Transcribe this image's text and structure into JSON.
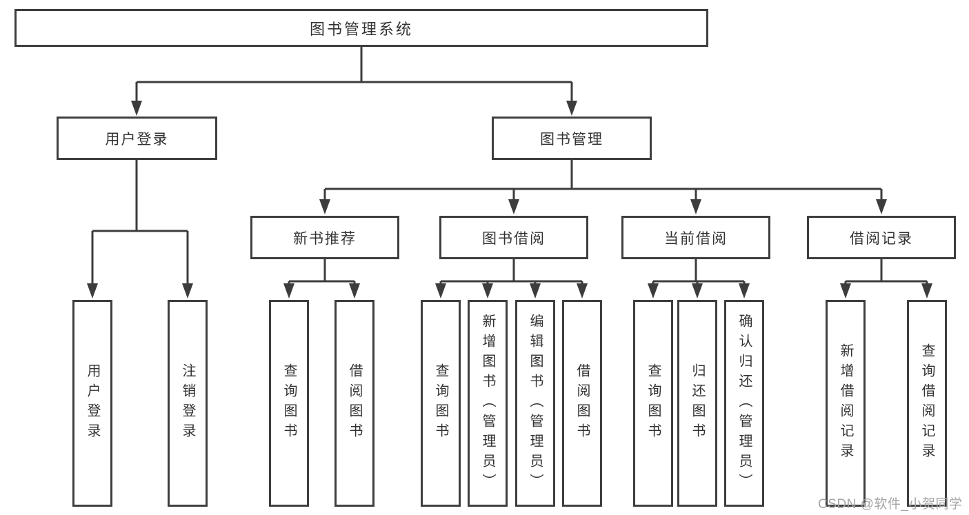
{
  "root": {
    "label": "图书管理系统"
  },
  "level2": {
    "user_login": "用户登录",
    "book_management": "图书管理"
  },
  "level3": {
    "new_books": "新书推荐",
    "book_borrowing": "图书借阅",
    "current_borrowing": "当前借阅",
    "borrow_records": "借阅记录"
  },
  "leaves": {
    "user_login": [
      "用户登录",
      "注销登录"
    ],
    "new_books": [
      "查询图书",
      "借阅图书"
    ],
    "book_borrowing": [
      "查询图书",
      "新增图书（管理员）",
      "编辑图书（管理员）",
      "借阅图书"
    ],
    "current_borrowing": [
      "查询图书",
      "归还图书",
      "确认归还（管理员）"
    ],
    "borrow_records": [
      "新增借阅记录",
      "查询借阅记录"
    ]
  },
  "watermark": "CSDN @软件_小贺同学",
  "colors": {
    "line": "#3c3c3c",
    "box_border": "#3e3e3e",
    "text": "#333333",
    "watermark_text": "#a5a5a5",
    "background": "#ffffff"
  }
}
